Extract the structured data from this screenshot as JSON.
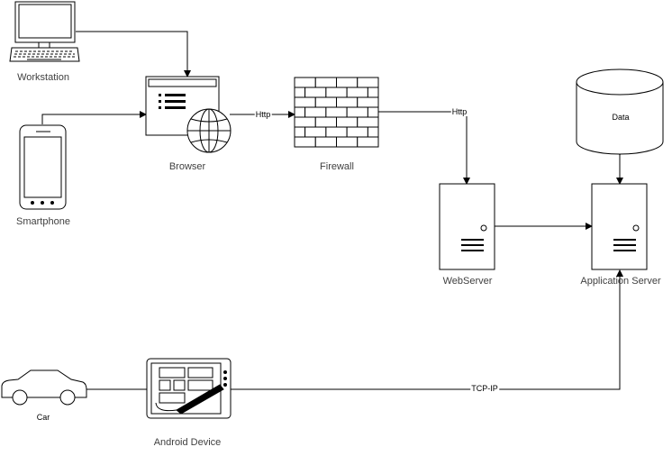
{
  "nodes": {
    "workstation": {
      "label": "Workstation",
      "icon": "desktop-computer-icon"
    },
    "smartphone": {
      "label": "Smartphone",
      "icon": "smartphone-icon"
    },
    "browser": {
      "label": "Browser",
      "icon": "browser-globe-icon"
    },
    "firewall": {
      "label": "Firewall",
      "icon": "brick-wall-icon"
    },
    "data": {
      "label": "Data",
      "icon": "database-cylinder-icon"
    },
    "webserver": {
      "label": "WebServer",
      "icon": "server-tower-icon"
    },
    "appserver": {
      "label": "Application Server",
      "icon": "server-tower-icon"
    },
    "car": {
      "label": "Car",
      "icon": "car-icon"
    },
    "android": {
      "label": "Android Device",
      "icon": "tablet-stylus-icon"
    }
  },
  "edges": {
    "browser_firewall": {
      "label": "Http"
    },
    "firewall_webserver": {
      "label": "Http"
    },
    "android_appserver": {
      "label": "TCP-IP"
    }
  },
  "colors": {
    "stroke": "#000000",
    "label_text": "#404040",
    "fill": "#ffffff"
  }
}
